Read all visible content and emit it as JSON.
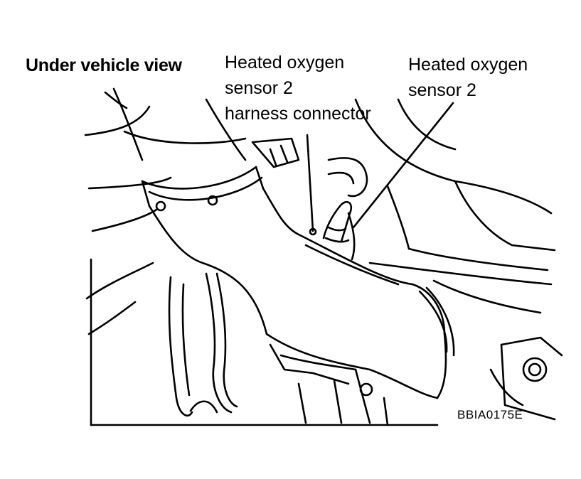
{
  "diagram": {
    "view_title": "Under vehicle view",
    "callouts": [
      {
        "id": "harness-connector",
        "lines": [
          "Heated oxygen",
          "sensor 2",
          "harness connector"
        ]
      },
      {
        "id": "sensor",
        "lines": [
          "Heated oxygen",
          "sensor 2"
        ]
      }
    ],
    "figure_code": "BBIA0175E"
  },
  "colors": {
    "ink": "#000000",
    "paper": "#ffffff"
  }
}
